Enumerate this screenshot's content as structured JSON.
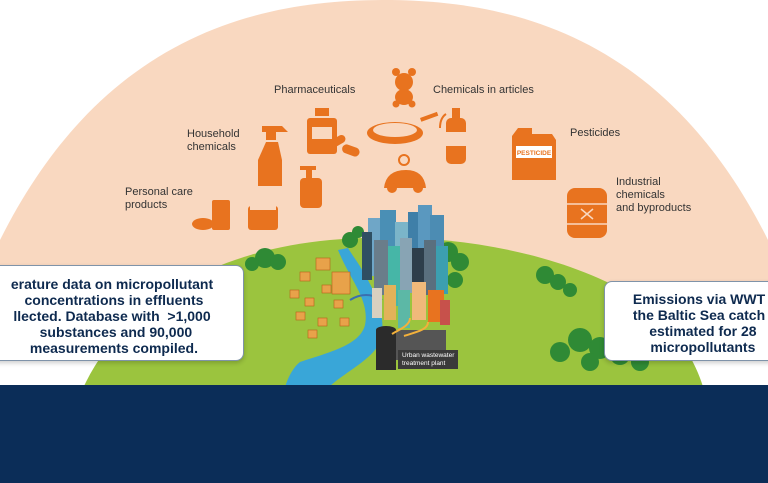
{
  "colors": {
    "dome": "#f9d8c0",
    "icon_orange": "#e8731f",
    "hill_green": "#9bc43e",
    "sea_navy": "#0b2d58",
    "river_blue": "#39a6d8",
    "box_text": "#0e2a4f"
  },
  "categories": [
    {
      "id": "personal-care",
      "label": "Personal care\nproducts"
    },
    {
      "id": "household",
      "label": "Household\nchemicals"
    },
    {
      "id": "pharmaceuticals",
      "label": "Pharmaceuticals"
    },
    {
      "id": "chemicals-in-articles",
      "label": "Chemicals in articles"
    },
    {
      "id": "pesticides",
      "label": "Pesticides"
    },
    {
      "id": "industrial",
      "label": "Industrial\nchemicals\nand byproducts"
    }
  ],
  "icons": {
    "pesticide_label": "PESTICIDE"
  },
  "plant_label": "Urban wastewater\ntreatment plant",
  "left_box": "erature data on micropollutant\n concentrations in effluents\nllected. Database with  >1,000\n  substances and 90,000\n measurements compiled.",
  "right_box": "Emissions via WWT\nthe Baltic Sea catch\n  estimated for 28\n  micropollutants"
}
